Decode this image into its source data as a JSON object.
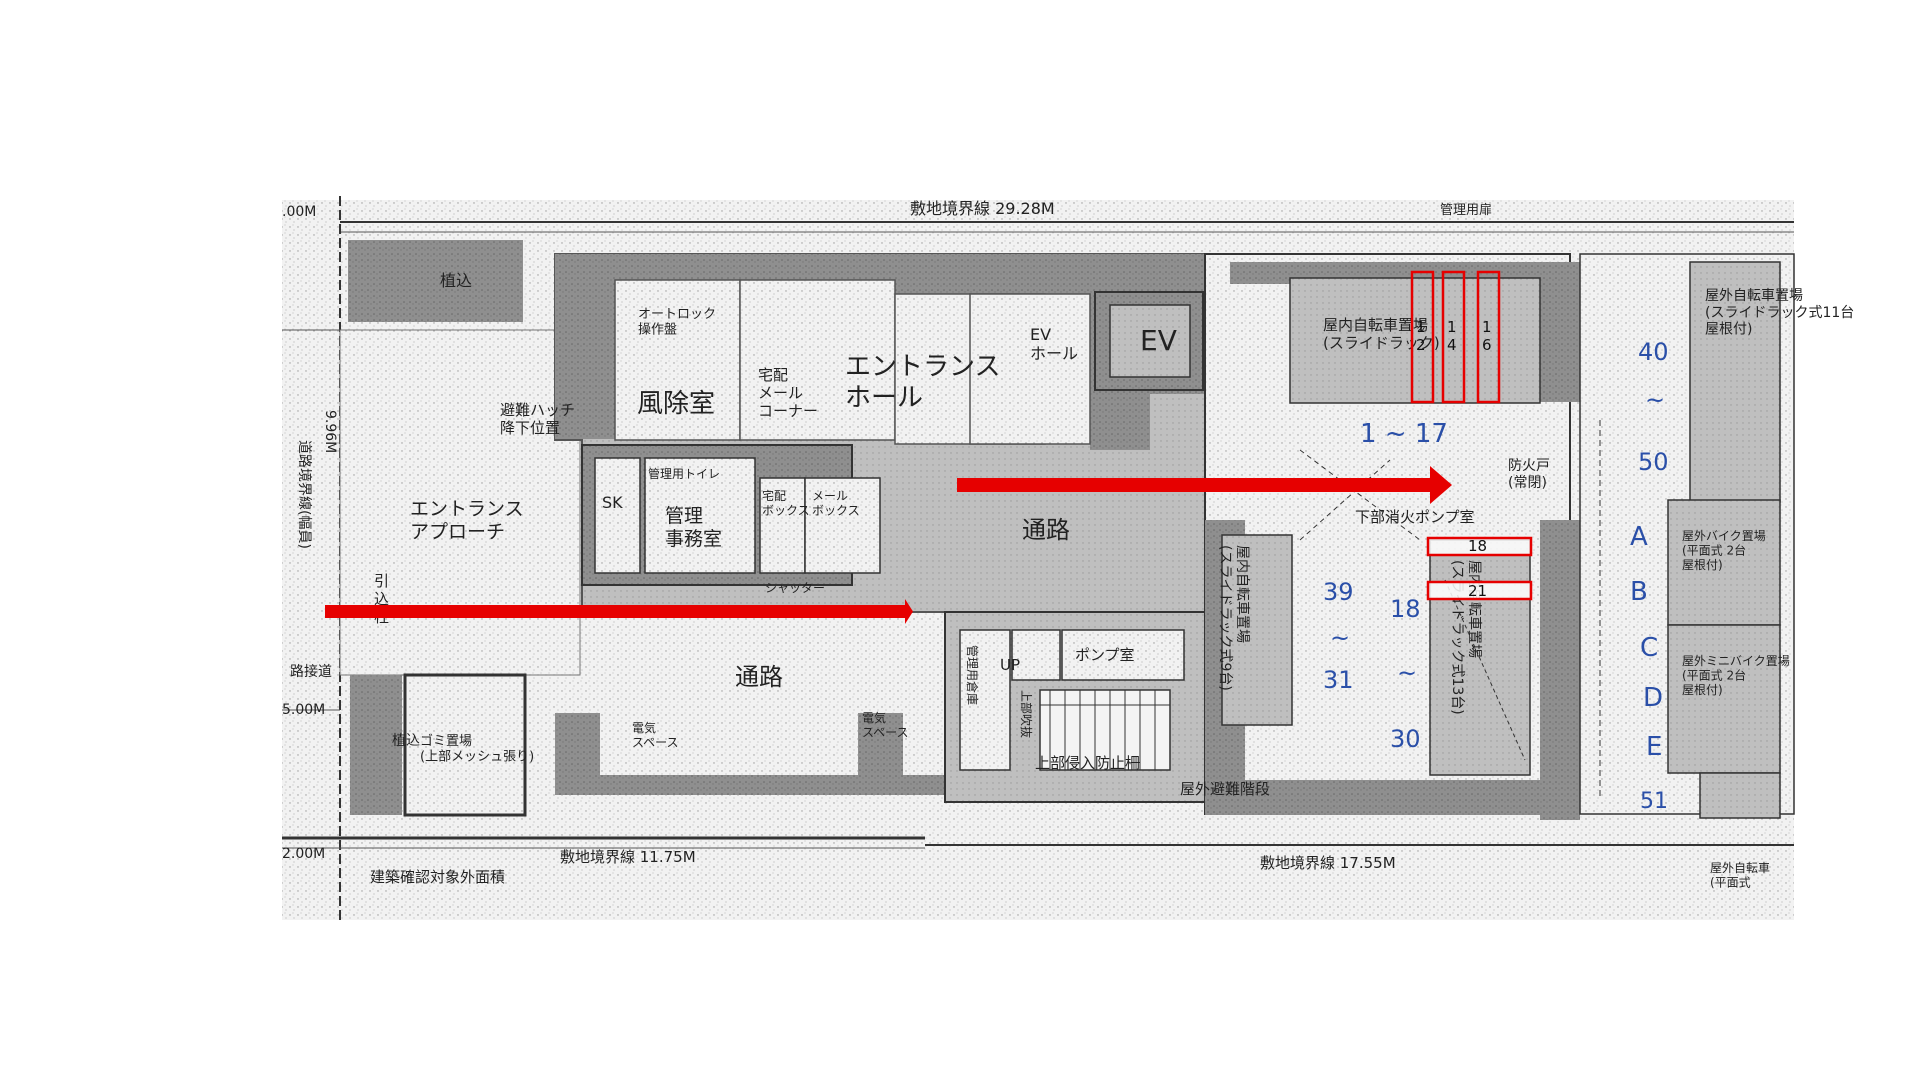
{
  "plan": {
    "boundary_top": "敷地境界線 29.28M",
    "boundary_bottom_left": "敷地境界線 11.75M",
    "boundary_bottom_right": "敷地境界線 17.55M",
    "dim_top_left": ".00M",
    "dim_mid_left": "5.00M",
    "dim_bottom_left": "2.00M",
    "dim_vertical": "9.96M",
    "management_fence": "管理用扉",
    "outside_note": "建築確認対象外面積",
    "road_side": "路接道",
    "road_vertical": "道路境界線(幅員)"
  },
  "rooms": {
    "planting_top": "植込",
    "autolock": "オートロック\n操作盤",
    "vestibule": "風除室",
    "delivery": "宅配\nメール\nコーナー",
    "entrance_hall": "エントランス\nホール",
    "ev_hall": "EV\nホール",
    "ev": "EV",
    "evac_hatch": "避難ハッチ\n降下位置",
    "entrance_approach": "エントランス\nアプローチ",
    "mgmt_toilet": "管理用トイレ",
    "sk": "SK",
    "mgmt_office": "管理\n事務室",
    "delivery_box": "宅配\nボックス",
    "mail_box": "メール\nボックス",
    "shutter": "シャッター",
    "passage_upper": "通路",
    "passage_lower": "通路",
    "pull_pillar": "引\n込\n柱",
    "planting_bottom": "植込",
    "garbage": "ゴミ置場\n(上部メッシュ張り)",
    "meter_space_1": "電気\nスペース",
    "meter_space_2": "電気\nスペース",
    "mgmt_storage": "管理用倉庫",
    "upper_void": "上部吹抜",
    "up": "UP",
    "pump_room": "ポンプ室",
    "intrusion_fence": "上部侵入防止柵",
    "outdoor_stairs": "屋外避難階段",
    "indoor_bike_top": "屋内自転車置場\n(スライドラック)",
    "fire_door": "防火戸\n(常閉)",
    "pump_room_below": "下部消火ポンプ室",
    "indoor_bike_left": "屋内自転車置場\n(スライドラック式9台)",
    "indoor_bike_right": "屋内自転車置場\n(スライドラック式13台)",
    "outdoor_bike_top": "屋外自転車置場\n(スライドラック式11台\n屋根付)",
    "bike_parking_1": "屋外バイク置場\n(平面式 2台\n屋根付)",
    "bike_parking_2": "屋外ミニバイク置場\n(平面式 2台\n屋根付)",
    "outdoor_bike_bottom": "屋外自転車\n(平面式"
  },
  "handwritten": {
    "range_top": "1 ~ 17",
    "range_40_50_a": "40",
    "range_40_50_b": "~",
    "range_40_50_c": "50",
    "letter_a": "A",
    "letter_b": "B",
    "letter_c": "C",
    "letter_d": "D",
    "letter_e": "E",
    "num_51": "51",
    "range_39_31_a": "39",
    "range_39_31_b": "~",
    "range_39_31_c": "31",
    "range_18_30_a": "18",
    "range_18_30_b": "~",
    "range_18_30_c": "30"
  },
  "boxes": {
    "slot_12": "1\n2",
    "slot_14": "1\n4",
    "slot_16": "1\n6",
    "slot_18": "18",
    "slot_21": "21"
  },
  "colors": {
    "arrow": "#e60000",
    "box": "#e60000",
    "wall": "#8a8a8a",
    "handwriting": "#2a4fa8"
  }
}
